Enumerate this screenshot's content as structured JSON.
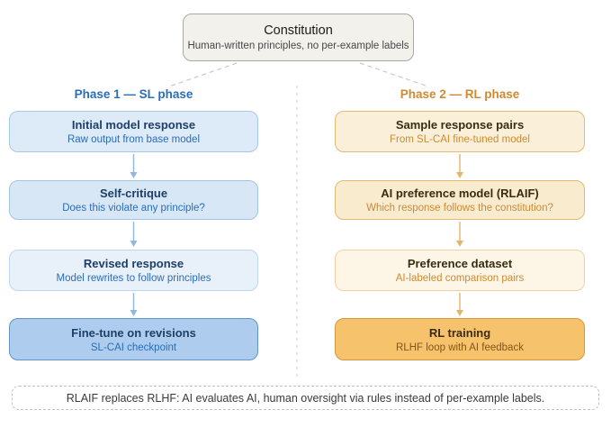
{
  "constitution": {
    "title": "Constitution",
    "subtitle": "Human-written principles, no per-example labels"
  },
  "phase1": {
    "header": "Phase 1 — SL phase",
    "steps": [
      {
        "title": "Initial model response",
        "subtitle": "Raw output from base model"
      },
      {
        "title": "Self-critique",
        "subtitle": "Does this violate any principle?"
      },
      {
        "title": "Revised response",
        "subtitle": "Model rewrites to follow principles"
      },
      {
        "title": "Fine-tune on revisions",
        "subtitle": "SL-CAI checkpoint"
      }
    ]
  },
  "phase2": {
    "header": "Phase 2 — RL phase",
    "steps": [
      {
        "title": "Sample response pairs",
        "subtitle": "From SL-CAI fine-tuned model"
      },
      {
        "title": "AI preference model (RLAIF)",
        "subtitle": "Which response follows the constitution?"
      },
      {
        "title": "Preference dataset",
        "subtitle": "AI-labeled comparison pairs"
      },
      {
        "title": "RL training",
        "subtitle": "RLHF loop with AI feedback"
      }
    ]
  },
  "footnote": "RLAIF replaces RLHF: AI evaluates AI, human oversight via rules instead of per-example labels.",
  "colors": {
    "constitution-bg": "#f2f1ec",
    "constitution-border": "#a9a79e",
    "constitution-title": "#1b1b1b",
    "constitution-subtitle": "#474747",
    "phase1-accent": "#2a6db8",
    "phase1-title": "#1e3f66",
    "phase1-box1-bg": "#ddeaf8",
    "phase1-box1-border": "#a9c7e5",
    "phase1-box2-bg": "#d8e7f6",
    "phase1-box2-border": "#a3c3e2",
    "phase1-box3-bg": "#e8f0fa",
    "phase1-box3-border": "#bfd6ed",
    "phase1-box4-bg": "#aecdee",
    "phase1-box4-border": "#6095c5",
    "phase1-arrow": "#90b7de",
    "phase2-accent": "#cd8a33",
    "phase2-title": "#3a2c12",
    "phase2-box1-bg": "#faf0da",
    "phase2-box1-border": "#e3ba76",
    "phase2-box2-bg": "#f9ecce",
    "phase2-box2-border": "#e3b870",
    "phase2-box3-bg": "#fdf6e6",
    "phase2-box3-border": "#eed2a4",
    "phase2-box4-bg": "#f6c36c",
    "phase2-box4-border": "#d8963c",
    "phase2-box4-subtitle": "#875417",
    "phase2-arrow": "#e2b56c",
    "divider": "#dedede",
    "connector": "#c8c8c8",
    "note-border": "#c0c0c0",
    "note-text": "#3a3a3a"
  }
}
